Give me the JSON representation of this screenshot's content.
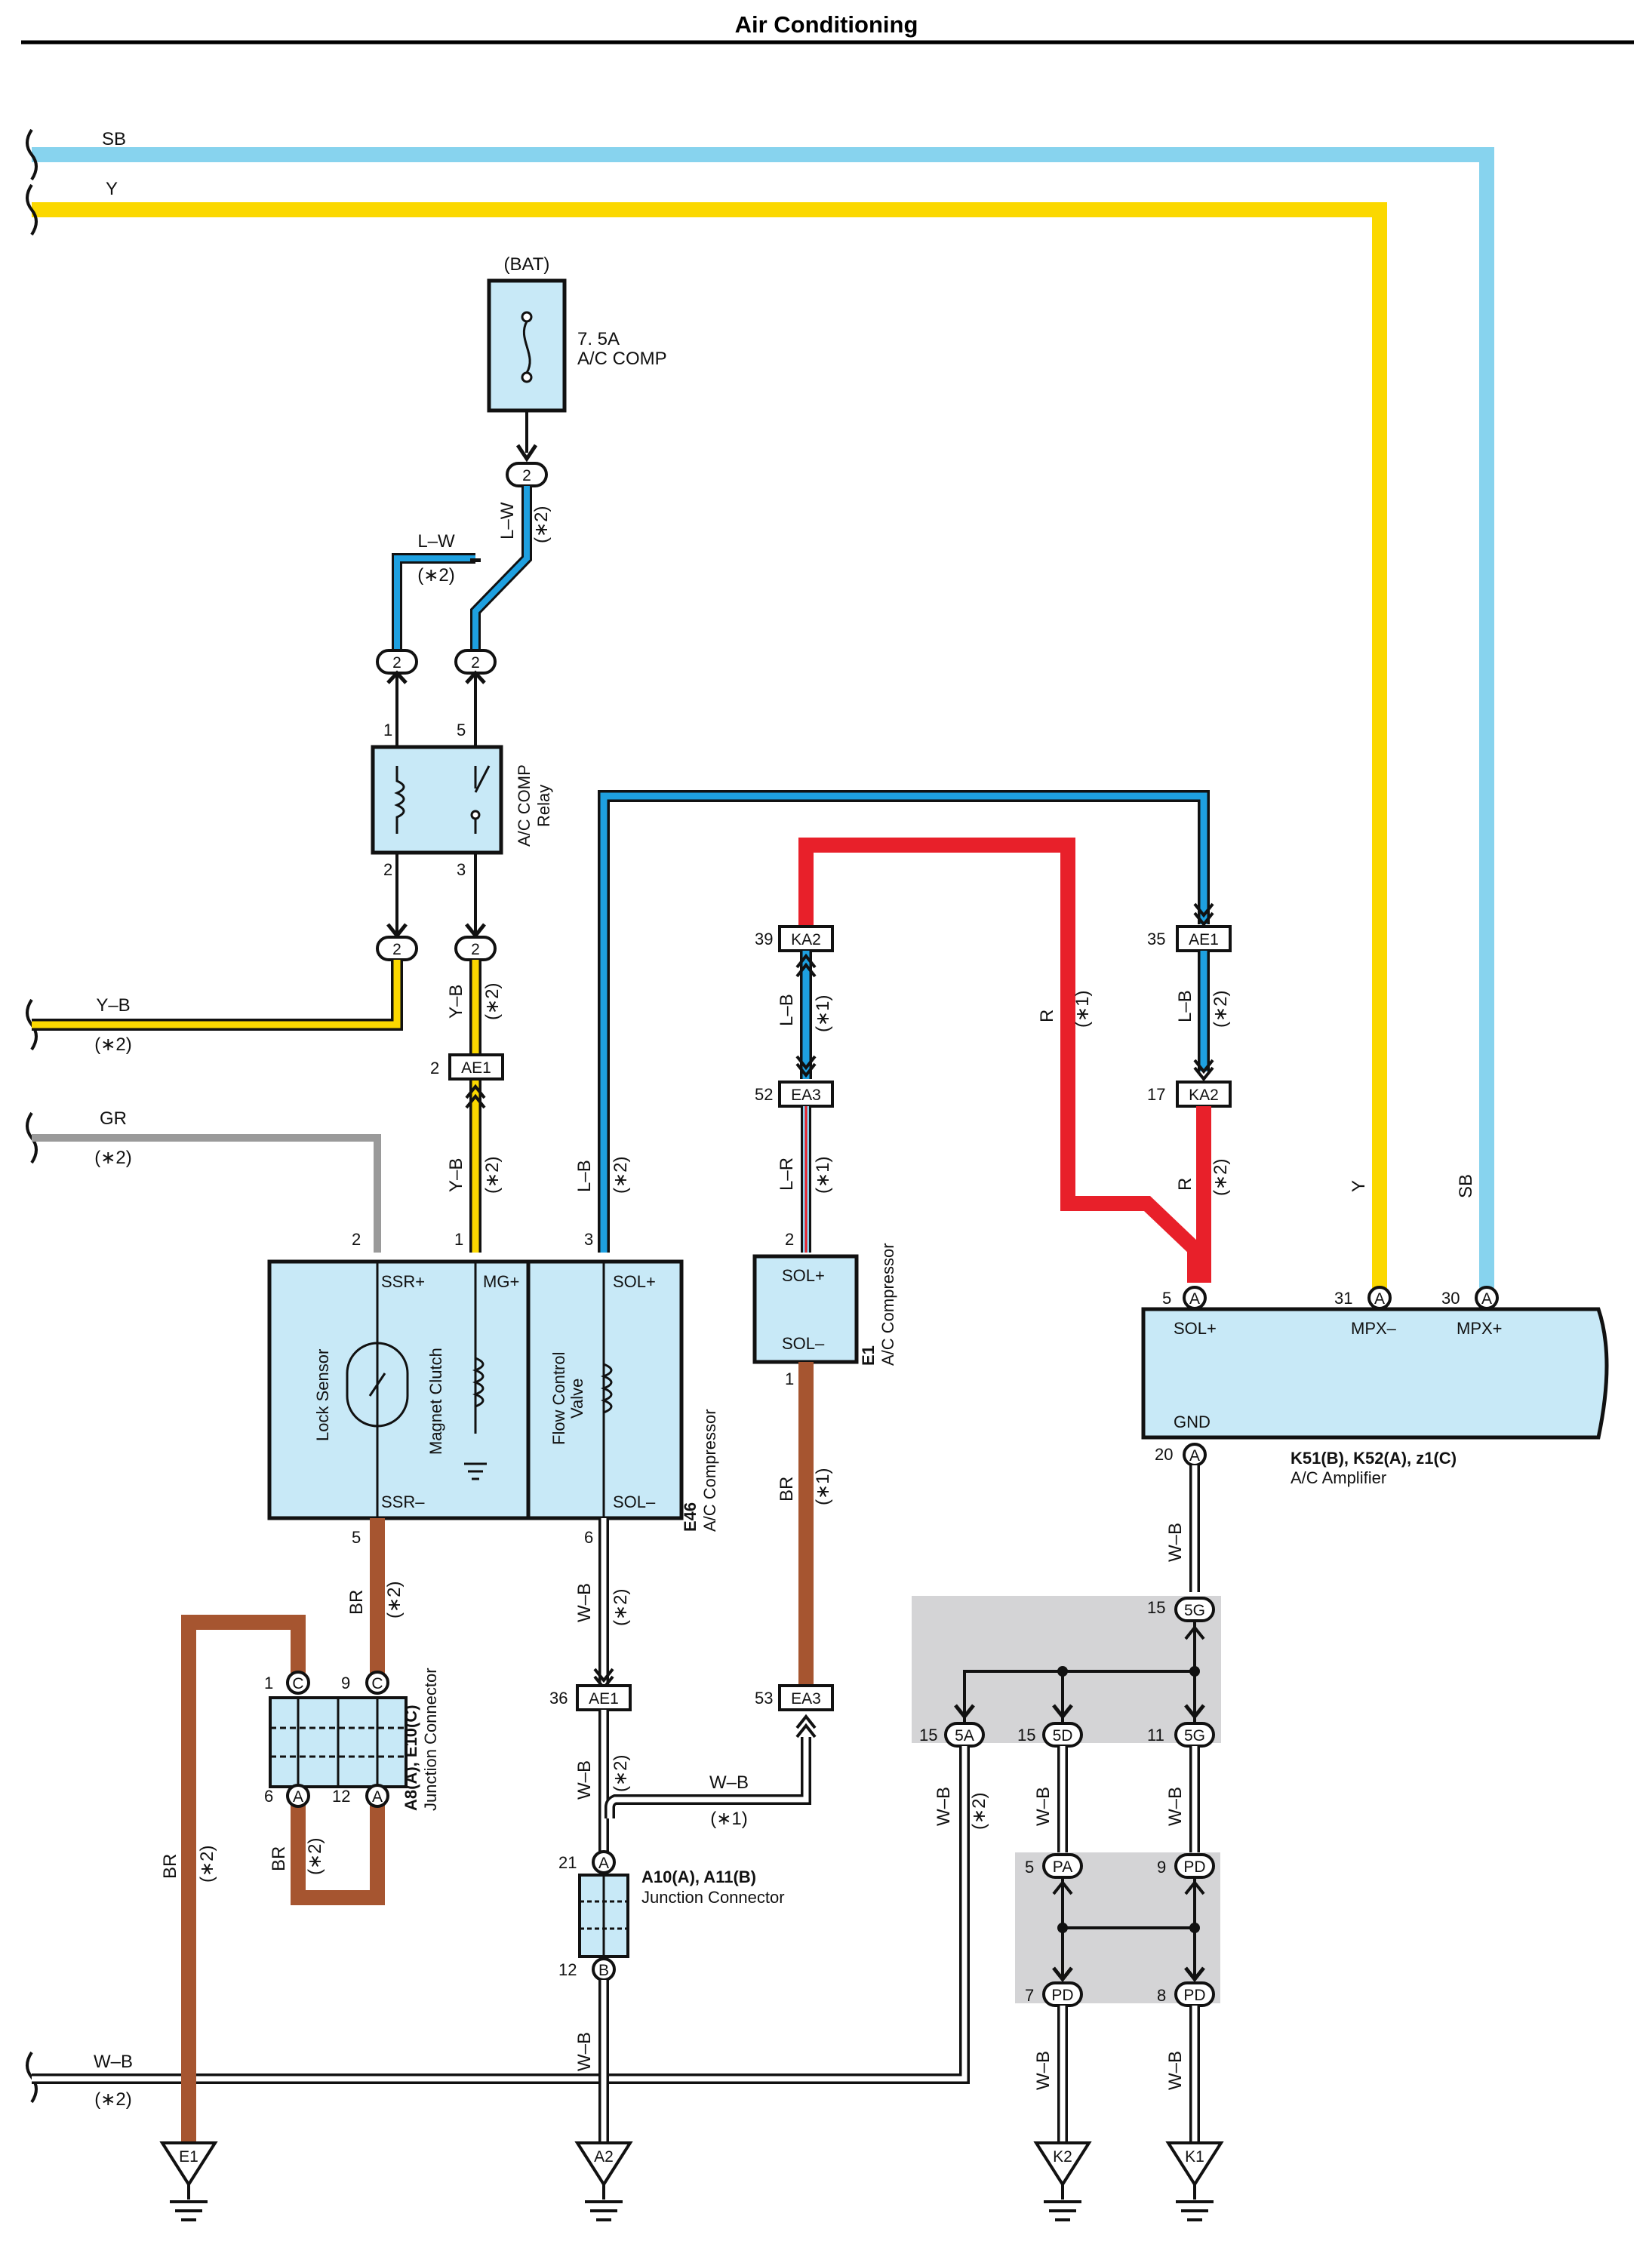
{
  "title": "Air Conditioning",
  "wires": {
    "sb": "SB",
    "y": "Y",
    "yb": "Y–B",
    "gr": "GR",
    "wb": "W–B",
    "lw": "L–W",
    "lb": "L–B",
    "lr": "L–R",
    "r": "R",
    "br": "BR",
    "note1": "(∗1)",
    "note2": "(∗2)"
  },
  "fuse": {
    "source": "(BAT)",
    "rating": "7. 5A",
    "name": "A/C COMP"
  },
  "relay": {
    "line1": "A/C COMP",
    "line2": "Relay",
    "pins": [
      "1",
      "5",
      "2",
      "3"
    ]
  },
  "e46": {
    "code": "E46",
    "name": "A/C Compressor",
    "terms": [
      "SSR+",
      "MG+",
      "SOL+",
      "SSR–",
      "SOL–"
    ],
    "parts": [
      "Lock Sensor",
      "Magnet Clutch",
      "Flow Control",
      "Valve"
    ],
    "pins": [
      "2",
      "1",
      "3",
      "5",
      "6"
    ]
  },
  "e1": {
    "code": "E1",
    "name": "A/C Compressor",
    "terms": [
      "SOL+",
      "SOL–"
    ],
    "pins": [
      "2",
      "1"
    ]
  },
  "amp": {
    "code": "K51(B), K52(A), z1(C)",
    "name": "A/C Amplifier",
    "terms": [
      "SOL+",
      "MPX–",
      "MPX+",
      "GND"
    ],
    "pins": [
      "5",
      "31",
      "30",
      "20"
    ],
    "conn": "A"
  },
  "jc1": {
    "code": "A8(A), E10(C)",
    "name": "Junction Connector",
    "pins": [
      "1",
      "9",
      "6",
      "12"
    ],
    "conns": [
      "C",
      "C",
      "A",
      "A"
    ]
  },
  "jc2": {
    "code": "A10(A), A11(B)",
    "name": "Junction Connector",
    "pins": [
      "21",
      "12"
    ],
    "conns": [
      "A",
      "B"
    ]
  },
  "connectors": {
    "c2": "2",
    "ae1": "AE1",
    "ka2": "KA2",
    "ea3": "EA3",
    "g5": "5G",
    "a5": "5A",
    "d5": "5D",
    "pa": "PA",
    "pd": "PD"
  },
  "pins": {
    "ae1_2": "2",
    "ka2_39": "39",
    "ea3_52": "52",
    "ae1_35": "35",
    "ka2_17": "17",
    "ae1_36": "36",
    "ea3_53": "53",
    "p15": "15",
    "p11": "11",
    "p5": "5",
    "p9": "9",
    "p7": "7",
    "p8": "8"
  },
  "grounds": [
    "E1",
    "A2",
    "K2",
    "K1"
  ],
  "colors": {
    "sb": "#87d3ee",
    "y": "#fbd800",
    "lw": "#1ea0e0",
    "r": "#e8202a",
    "br": "#a65530",
    "gr": "#9a9a9a",
    "comp": "#c8e9f7",
    "shade": "#d4d4d6"
  }
}
